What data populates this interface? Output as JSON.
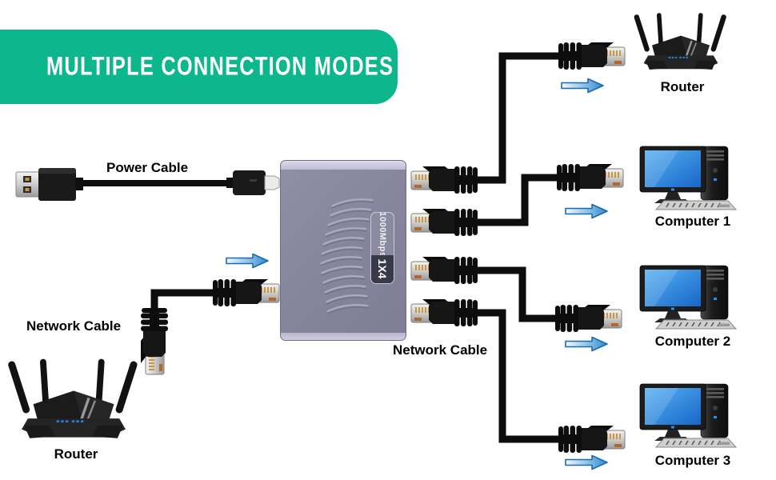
{
  "banner": {
    "title": "MULTIPLE CONNECTION MODES"
  },
  "device": {
    "speed": "1000Mbps",
    "mode": "1X4"
  },
  "left": {
    "power_cable": "Power Cable",
    "network_cable": "Network Cable",
    "router": "Router"
  },
  "right": {
    "network_cable": "Network Cable",
    "router": "Router",
    "computer1": "Computer 1",
    "computer2": "Computer 2",
    "computer3": "Computer 3"
  },
  "colors": {
    "banner_bg": "#0db78d",
    "banner_text": "#ffffff",
    "label_text": "#000000",
    "cable": "#0d0d0d",
    "device_body": "#88869e",
    "device_edge": "#c9c8dc",
    "arrow_stroke": "#1a6ab3",
    "arrow_fill_end": "#2f8ad0",
    "screen_blue": "#2f8ce8"
  }
}
